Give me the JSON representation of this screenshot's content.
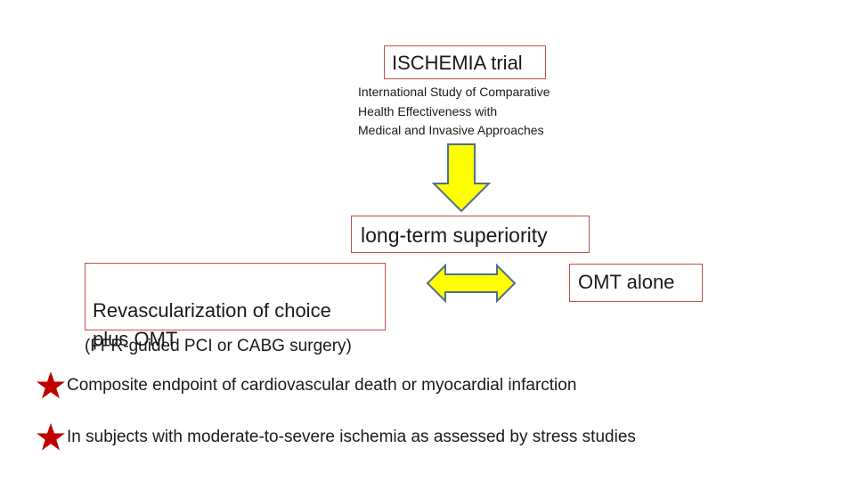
{
  "title": "ISCHEMIA trial",
  "subtitle": "International Study of Comparative\nHealth Effectiveness with\nMedical and Invasive Approaches",
  "comparison_label": "long-term superiority",
  "arm_left": "Revascularization of choice\nplus OMT",
  "arm_right": "OMT alone",
  "arm_left_note": "(FFR-guided PCI or CABG surgery)",
  "bullets": [
    "Composite endpoint of cardiovascular death or myocardial infarction",
    "In subjects with moderate-to-severe ischemia as assessed by stress studies"
  ],
  "colors": {
    "box_border": "#c0504d",
    "arrow_fill": "#ffff00",
    "arrow_stroke": "#4f6f8f",
    "star": "#c00000"
  }
}
